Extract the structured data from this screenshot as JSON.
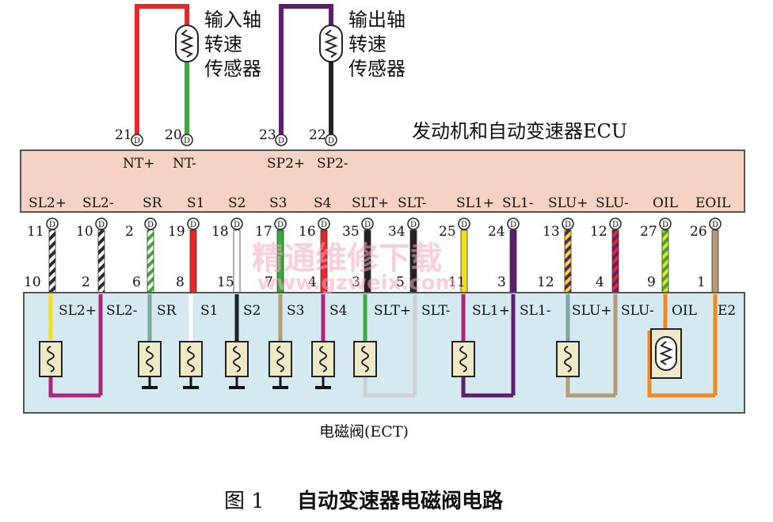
{
  "sensors": [
    {
      "name_lines": [
        "输入轴",
        "转速",
        "传感器"
      ]
    },
    {
      "name_lines": [
        "输出轴",
        "转速",
        "传感器"
      ]
    }
  ],
  "ecu": {
    "title": "发动机和自动变速器ECU",
    "top_pins": [
      {
        "num": "21",
        "label": "NT+",
        "wire": "#e8262a"
      },
      {
        "num": "20",
        "label": "NT-",
        "wire": "#3aaa3a"
      },
      {
        "num": "23",
        "label": "SP2+",
        "wire": "#5b1f6e"
      },
      {
        "num": "22",
        "label": "SP2-",
        "wire": "#222222"
      }
    ],
    "bottom_pins": [
      {
        "label": "SL2+",
        "num": "11",
        "wire": "stripe",
        "colors": [
          "#2b2b2b",
          "#ffffff"
        ]
      },
      {
        "label": "SL2-",
        "num": "10",
        "wire": "stripe",
        "colors": [
          "#2b2b2b",
          "#ffffff"
        ]
      },
      {
        "label": "SR",
        "num": "2",
        "wire": "stripe",
        "colors": [
          "#3aaa3a",
          "#ffffff"
        ]
      },
      {
        "label": "S1",
        "num": "19",
        "wire": "#e8262a"
      },
      {
        "label": "S2",
        "num": "18",
        "wire": "#ffffff"
      },
      {
        "label": "S3",
        "num": "17",
        "wire": "#3aaa3a"
      },
      {
        "label": "S4",
        "num": "16",
        "wire": "#e8262a"
      },
      {
        "label": "SLT+",
        "num": "35",
        "wire": "#222222"
      },
      {
        "label": "SLT-",
        "num": "34",
        "wire": "#222222"
      },
      {
        "label": "SL1+",
        "num": "25",
        "wire": "#f0e020"
      },
      {
        "label": "SL1-",
        "num": "24",
        "wire": "#5b1f6e"
      },
      {
        "label": "SLU+",
        "num": "13",
        "wire": "stripe",
        "colors": [
          "#f0e020",
          "#5b1f6e"
        ]
      },
      {
        "label": "SLU-",
        "num": "12",
        "wire": "stripe",
        "colors": [
          "#e8262a",
          "#5b1f6e"
        ]
      },
      {
        "label": "OIL",
        "num": "27",
        "wire": "stripe",
        "colors": [
          "#3aaa3a",
          "#f0e020"
        ]
      },
      {
        "label": "EOIL",
        "num": "26",
        "wire": "#b59a78"
      }
    ]
  },
  "ect": {
    "title": "电磁阀(ECT)",
    "pins": [
      {
        "num": "10",
        "label": "SL2+",
        "wire": "#f0e020"
      },
      {
        "num": "2",
        "label": "SL2-",
        "wire": "#b0247a"
      },
      {
        "num": "6",
        "label": "SR",
        "wire": "#7aa7a0"
      },
      {
        "num": "8",
        "label": "S1",
        "wire": "#ffffff"
      },
      {
        "num": "15",
        "label": "S2",
        "wire": "#222222"
      },
      {
        "num": "7",
        "label": "S3",
        "wire": "#b59a78"
      },
      {
        "num": "4",
        "label": "S4",
        "wire": "#b0247a"
      },
      {
        "num": "3",
        "label": "SLT+",
        "wire": "#3aaa3a"
      },
      {
        "num": "5",
        "label": "SLT-",
        "wire": "#cfcfcf"
      },
      {
        "num": "11",
        "label": "SL1+",
        "wire": "#b0247a"
      },
      {
        "num": "3",
        "label": "SL1-",
        "wire": "#5b1f6e"
      },
      {
        "num": "12",
        "label": "SLU+",
        "wire": "#7aa7a0"
      },
      {
        "num": "4",
        "label": "SLU-",
        "wire": "#b59a78"
      },
      {
        "num": "9",
        "label": "OIL",
        "wire": "#f08a20"
      },
      {
        "num": "1",
        "label": "E2",
        "wire": "#f08a20"
      }
    ]
  },
  "watermark": {
    "line1": "精通维修下载",
    "line2": "www.gzweix.com"
  },
  "caption": {
    "fig": "图 1",
    "text": "自动变速器电磁阀电路"
  },
  "colors": {
    "ecu_fill": "#f5d2c4",
    "ect_fill": "#d4eaf0",
    "box_stroke": "#555555",
    "ground": "#111111"
  }
}
